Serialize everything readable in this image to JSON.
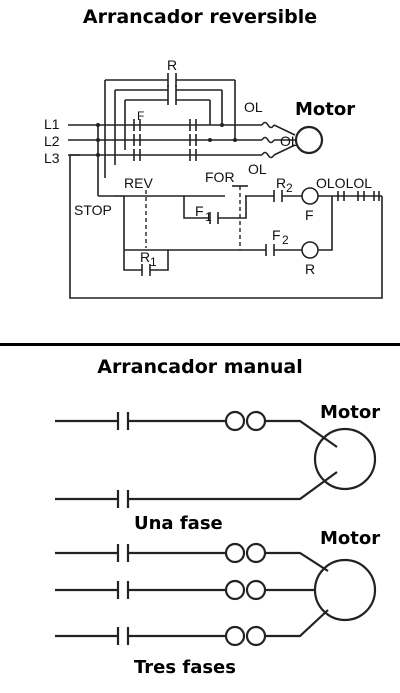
{
  "reversing_starter": {
    "title": "Arrancador reversible",
    "labels": {
      "R": "R",
      "OL": "OL",
      "Motor": "Motor",
      "L1": "L1",
      "L2": "L2",
      "L3": "L3",
      "F": "F",
      "OL_mid": "OL",
      "OL_low": "OL",
      "REV": "REV",
      "FOR": "FOR",
      "R2": "R",
      "R2_sub": "2",
      "OL_chain": "OLOLOL",
      "STOP": "STOP",
      "F1": "F",
      "F1_sub": "1",
      "F_coil": "F",
      "F2": "F",
      "F2_sub": "2",
      "R1": "R",
      "R1_sub": "1",
      "R_coil": "R"
    }
  },
  "manual_starter": {
    "title": "Arrancador manual",
    "single_phase": {
      "motor_label": "Motor",
      "caption": "Una fase"
    },
    "three_phase": {
      "motor_label": "Motor",
      "caption": "Tres fases"
    }
  }
}
